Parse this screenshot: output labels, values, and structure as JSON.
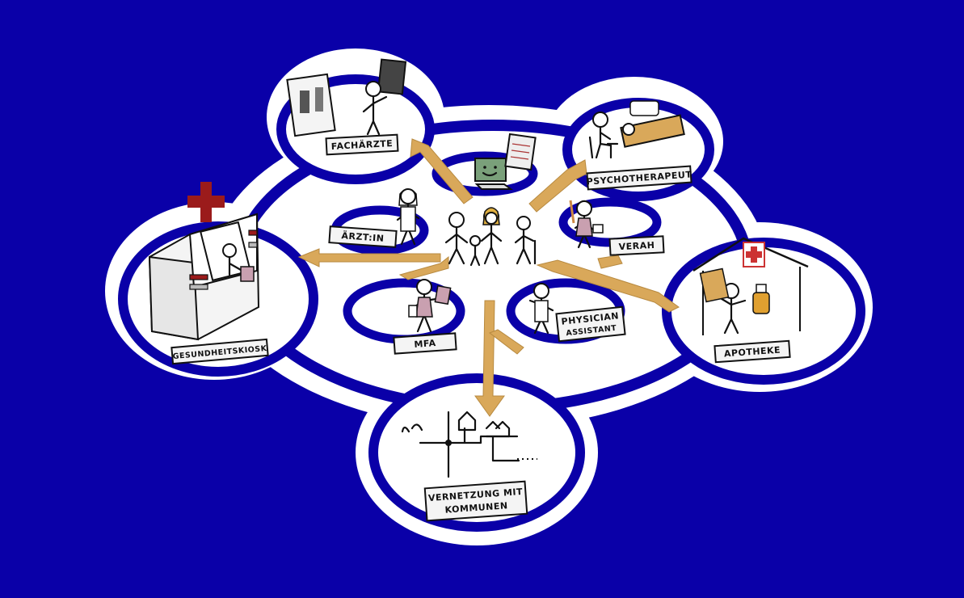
{
  "labels": {
    "fachaerzte": "FACHÄRZTE",
    "psychotherapeut": "PSYCHOTHERAPEUT",
    "aerztin": "ÄRZT:IN",
    "verah": "VERAH",
    "gesundheitskiosk": "GESUNDHEITSKIOSK",
    "mfa": "MFA",
    "physician_line1": "PHYSICIAN",
    "physician_line2": "ASSISTANT",
    "apotheke": "APOTHEKE",
    "vernetzung_line1": "VERNETZUNG MIT",
    "vernetzung_line2": "KOMMUNEN"
  },
  "colors": {
    "background": "#0a00a8",
    "ring_blue": "#0a00a8",
    "island_white": "#ffffff",
    "arrow": "#d9a85a",
    "cross": "#9b1b1b"
  }
}
